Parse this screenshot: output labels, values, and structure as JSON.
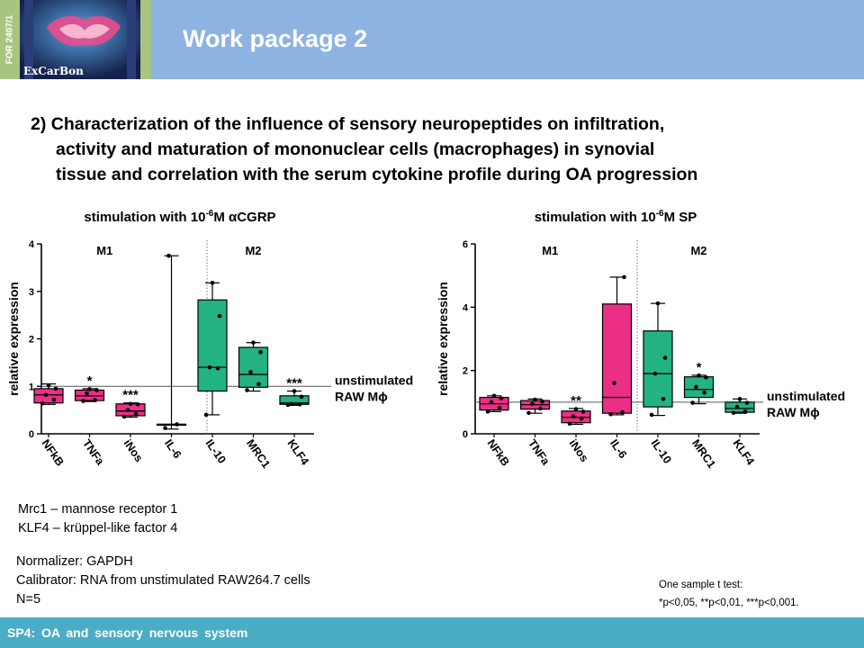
{
  "header": {
    "program_label": "FOR 2407/1",
    "logo_text": "ExCarBon",
    "title": "Work package 2"
  },
  "subtitle": {
    "lines": [
      "2) Characterization of the influence of sensory neuropeptides on infiltration,",
      "activity and maturation of mononuclear cells (macrophages) in synovial",
      "tissue and correlation with the serum cytokine profile during OA progression"
    ]
  },
  "colors": {
    "m1": "#ec2f86",
    "m2": "#23b383",
    "header": "#8db3e2",
    "green": "#a9c47f",
    "footer": "#4bacc6"
  },
  "chart_data": [
    {
      "type": "box",
      "title": "stimulation with 10-6M αCGRP",
      "ylabel": "relative expression",
      "ylim": [
        0,
        4
      ],
      "yticks": [
        0,
        1,
        2,
        3,
        4
      ],
      "groups": [
        "M1",
        "M2"
      ],
      "reference": {
        "value": 1,
        "label_lines": [
          "unstimulated",
          "RAW Mϕ"
        ]
      },
      "categories": [
        "NFkB",
        "TNFa",
        "iNos",
        "IL-6",
        "IL-10",
        "MRC1",
        "KLF4"
      ],
      "boxes": [
        {
          "group": "M1",
          "min": 0.62,
          "q1": 0.65,
          "median": 0.82,
          "q3": 0.95,
          "max": 1.05,
          "points": [
            0.64,
            0.72,
            0.82,
            0.95,
            1.02
          ],
          "sig": ""
        },
        {
          "group": "M1",
          "min": 0.68,
          "q1": 0.7,
          "median": 0.8,
          "q3": 0.92,
          "max": 0.95,
          "points": [
            0.69,
            0.71,
            0.85,
            0.92,
            0.94
          ],
          "sig": "*"
        },
        {
          "group": "M1",
          "min": 0.35,
          "q1": 0.38,
          "median": 0.48,
          "q3": 0.63,
          "max": 0.65,
          "points": [
            0.36,
            0.42,
            0.5,
            0.62,
            0.63
          ],
          "sig": "***"
        },
        {
          "group": "M1",
          "min": 0.1,
          "q1": 0.2,
          "median": 0.2,
          "q3": 0.2,
          "max": 3.75,
          "points": [
            0.12,
            0.2,
            3.75
          ],
          "sig": ""
        },
        {
          "group": "M2",
          "min": 0.4,
          "q1": 0.9,
          "median": 1.4,
          "q3": 2.82,
          "max": 3.18,
          "points": [
            0.4,
            1.38,
            1.4,
            2.48,
            3.18
          ],
          "sig": ""
        },
        {
          "group": "M2",
          "min": 0.9,
          "q1": 0.98,
          "median": 1.25,
          "q3": 1.82,
          "max": 1.92,
          "points": [
            0.92,
            1.05,
            1.3,
            1.72,
            1.92
          ],
          "sig": ""
        },
        {
          "group": "M2",
          "min": 0.6,
          "q1": 0.62,
          "median": 0.65,
          "q3": 0.8,
          "max": 0.9,
          "points": [
            0.61,
            0.62,
            0.63,
            0.78,
            0.9
          ],
          "sig": "***"
        }
      ]
    },
    {
      "type": "box",
      "title": "stimulation with 10-6M SP",
      "ylabel": "relative expression",
      "ylim": [
        0,
        6
      ],
      "yticks": [
        0,
        2,
        4,
        6
      ],
      "groups": [
        "M1",
        "M2"
      ],
      "reference": {
        "value": 1,
        "label_lines": [
          "unstimulated",
          "RAW Mϕ"
        ]
      },
      "categories": [
        "NFkB",
        "TNFa",
        "iNos",
        "IL-6",
        "IL-10",
        "MRC1",
        "KLF4"
      ],
      "boxes": [
        {
          "group": "M1",
          "min": 0.7,
          "q1": 0.75,
          "median": 0.95,
          "q3": 1.15,
          "max": 1.2,
          "points": [
            0.7,
            0.82,
            1.0,
            1.12,
            1.2
          ],
          "sig": ""
        },
        {
          "group": "M1",
          "min": 0.65,
          "q1": 0.78,
          "median": 0.92,
          "q3": 1.05,
          "max": 1.1,
          "points": [
            0.66,
            0.8,
            0.95,
            1.02,
            1.08
          ],
          "sig": ""
        },
        {
          "group": "M1",
          "min": 0.3,
          "q1": 0.35,
          "median": 0.52,
          "q3": 0.72,
          "max": 0.8,
          "points": [
            0.32,
            0.48,
            0.55,
            0.7,
            0.78
          ],
          "sig": "**"
        },
        {
          "group": "M1",
          "min": 0.6,
          "q1": 0.65,
          "median": 1.15,
          "q3": 4.1,
          "max": 4.95,
          "points": [
            0.62,
            0.68,
            1.6,
            4.95
          ],
          "sig": ""
        },
        {
          "group": "M2",
          "min": 0.58,
          "q1": 0.85,
          "median": 1.9,
          "q3": 3.25,
          "max": 4.12,
          "points": [
            0.6,
            1.1,
            1.9,
            2.4,
            4.12
          ],
          "sig": ""
        },
        {
          "group": "M2",
          "min": 0.95,
          "q1": 1.15,
          "median": 1.4,
          "q3": 1.8,
          "max": 1.85,
          "points": [
            0.98,
            1.3,
            1.48,
            1.78,
            1.84
          ],
          "sig": "*"
        },
        {
          "group": "M2",
          "min": 0.65,
          "q1": 0.68,
          "median": 0.8,
          "q3": 1.0,
          "max": 1.1,
          "points": [
            0.66,
            0.7,
            0.85,
            0.98,
            1.1
          ],
          "sig": ""
        }
      ]
    }
  ],
  "notes": {
    "abbreviations": [
      "Mrc1 – mannose receptor 1",
      "KLF4 – krüppel-like factor 4"
    ],
    "method": [
      "Normalizer: GAPDH",
      "Calibrator: RNA from unstimulated RAW264.7 cells",
      "N=5"
    ]
  },
  "stats": {
    "test": "One sample t test:",
    "levels": "*p<0,05, **p<0,01, ***p<0,001."
  },
  "footer": {
    "text": "SP4: OA and sensory nervous system"
  }
}
